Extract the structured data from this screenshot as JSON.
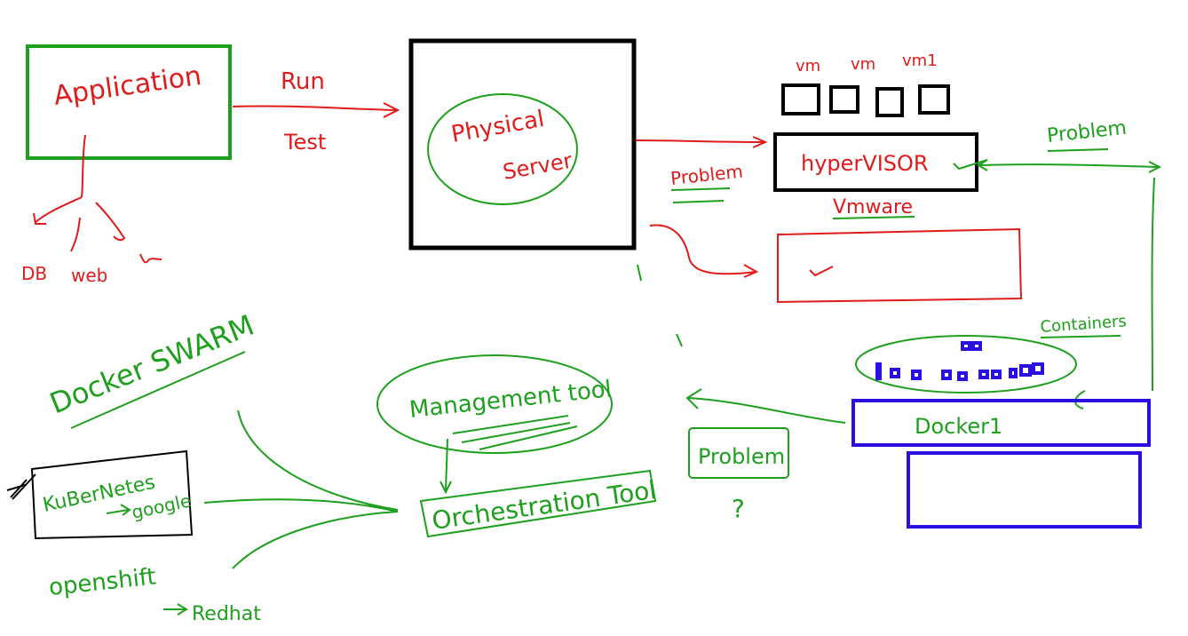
{
  "colors": {
    "red": "#e01b1b",
    "green": "#1ea01e",
    "black": "#000000",
    "blue": "#2a10e0"
  },
  "top": {
    "application": "Application",
    "run": "Run",
    "test": "Test",
    "db": "DB",
    "web": "web",
    "physical": "Physical",
    "server": "Server",
    "problem_mid": "Problem",
    "vm1": "vm",
    "vm2": "vm",
    "vm3": "vm1",
    "hypervisor": "hyperVISOR",
    "vmware": "Vmware",
    "problem_right": "Problem"
  },
  "bottom": {
    "containers": "Containers",
    "docker": "Docker1",
    "problem": "Problem",
    "question": "?",
    "management": "Management tool",
    "orchestration": "Orchestration Tool",
    "docker_swarm": "Docker SWARM",
    "kubernetes": "KuBerNetes",
    "google": "google",
    "openshift": "openshift",
    "redhat": "Redhat"
  }
}
